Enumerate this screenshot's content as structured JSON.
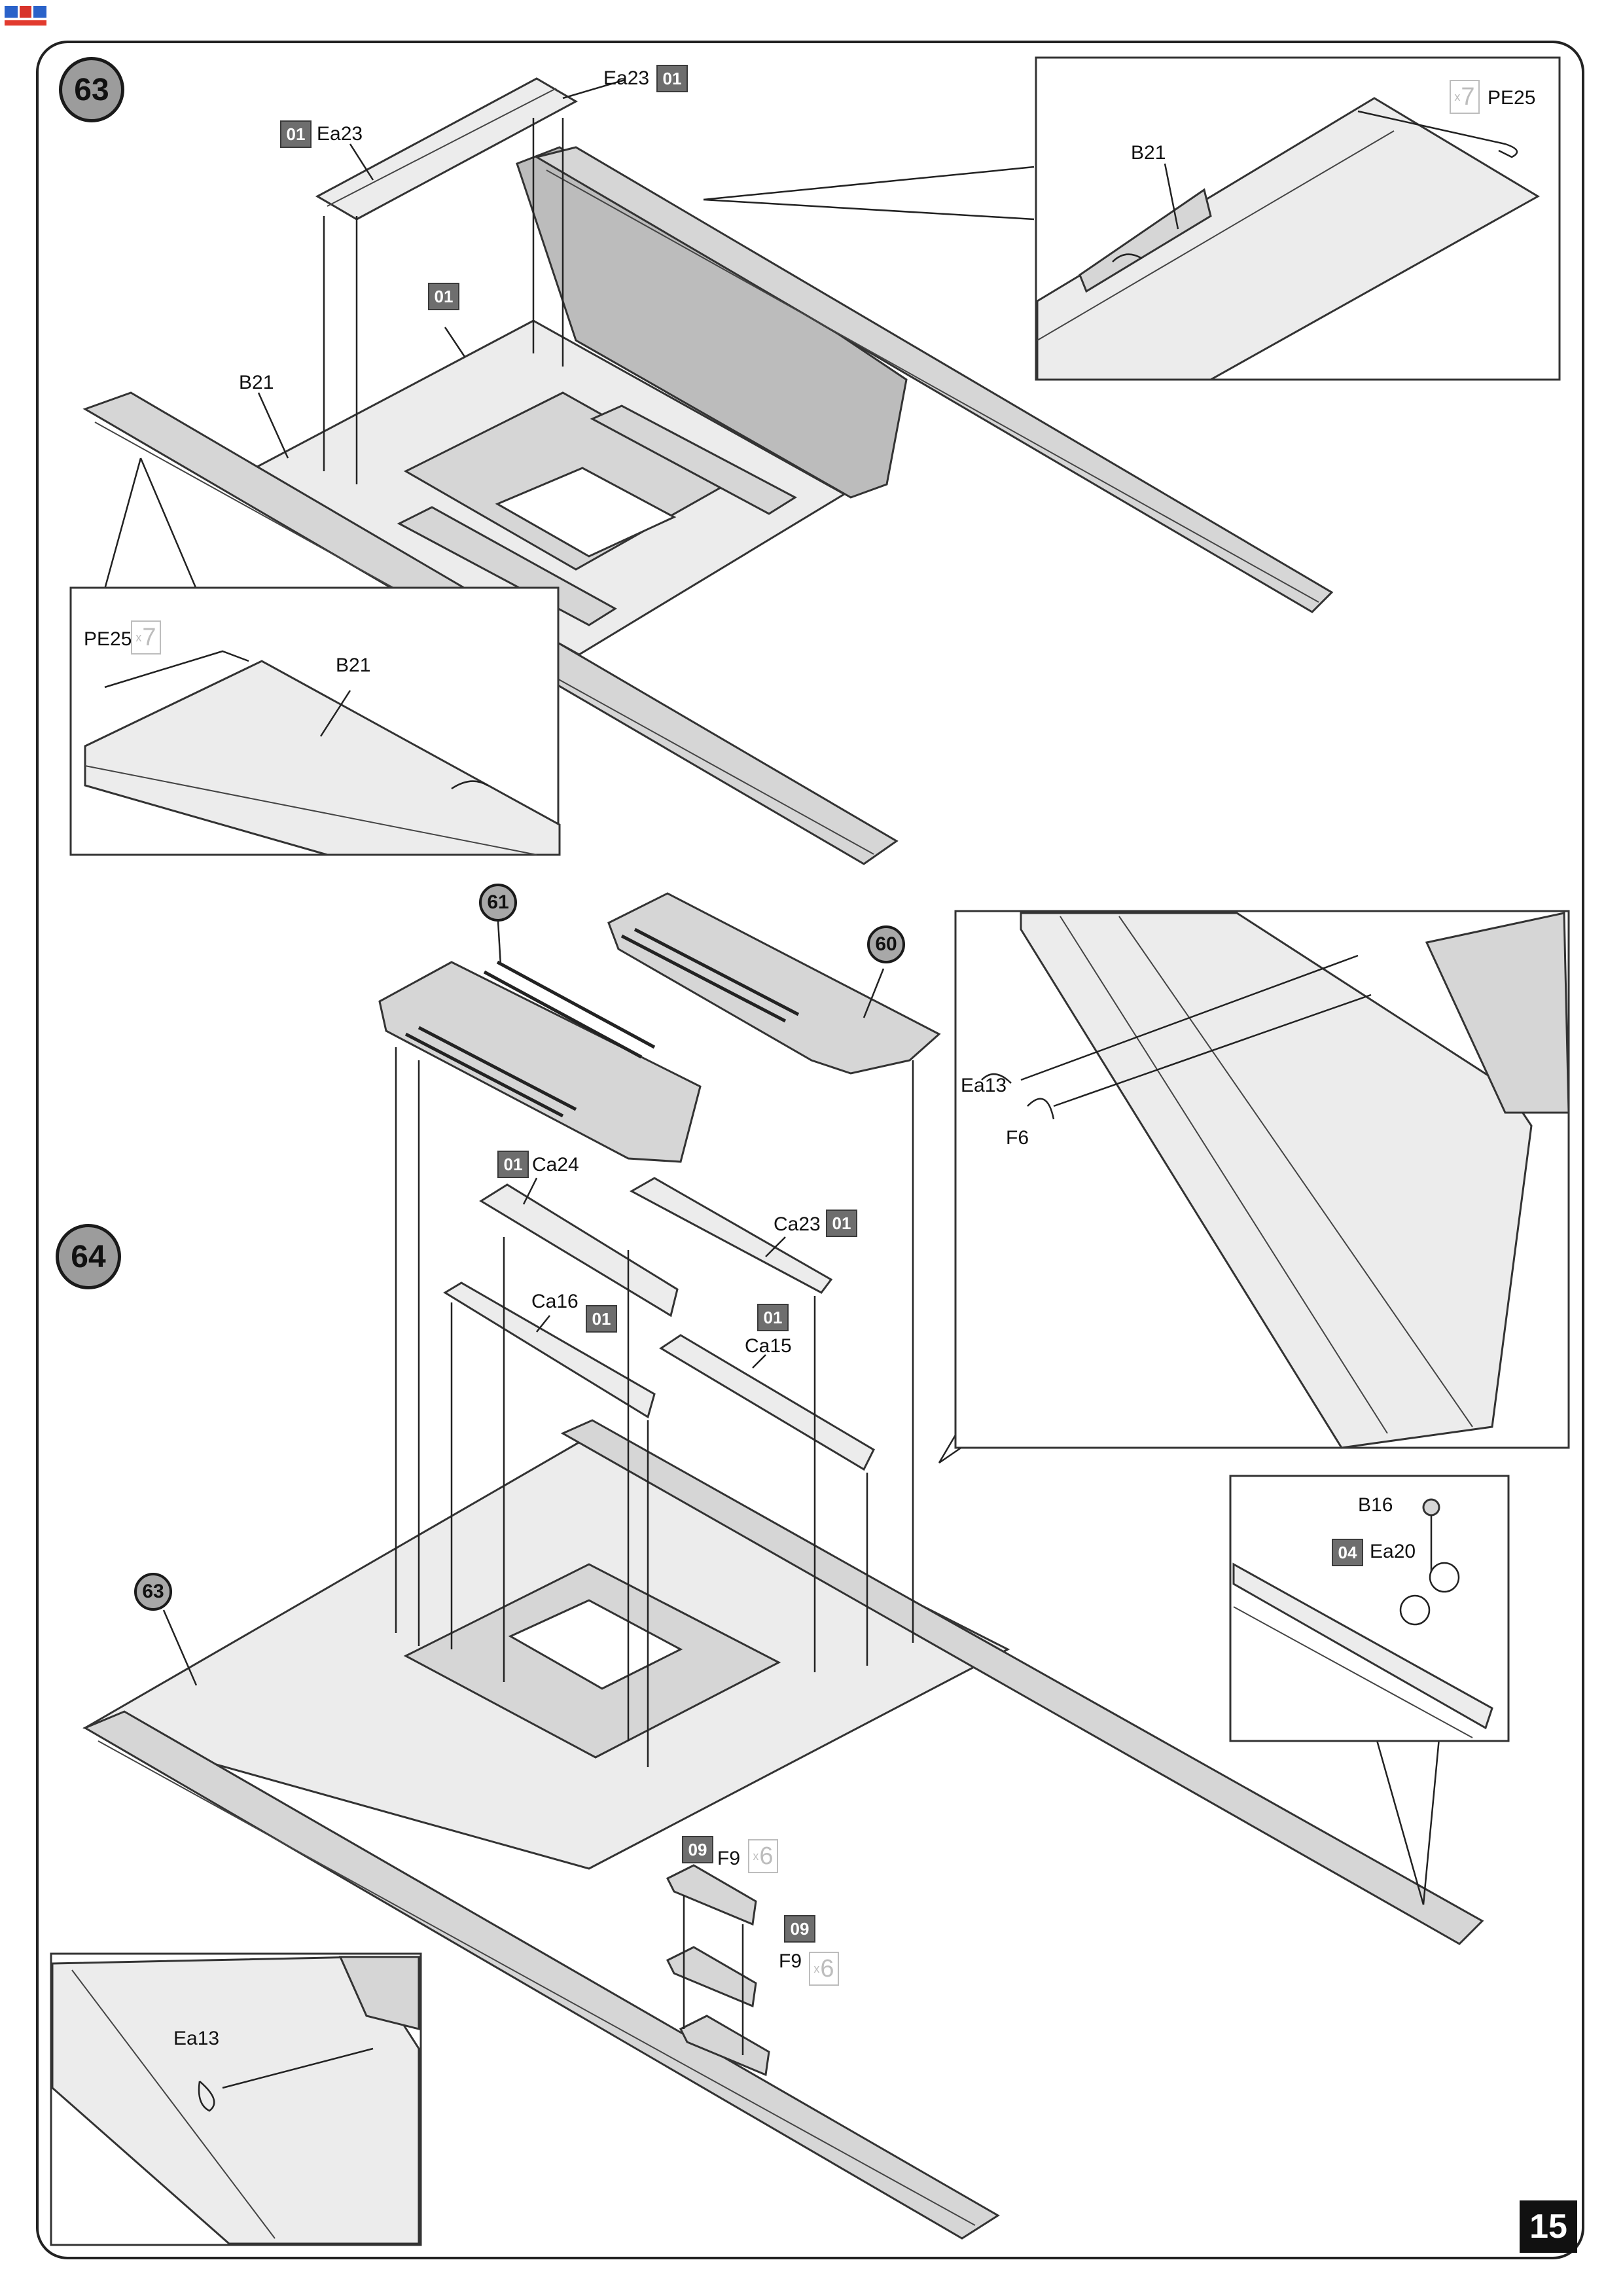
{
  "page_number": "15",
  "steps": [
    {
      "number": "63"
    },
    {
      "number": "64"
    }
  ],
  "sub_assemblies": [
    "61",
    "60",
    "63"
  ],
  "labels": {
    "ea23_top": "Ea23",
    "ea23_left": "Ea23",
    "b21_main": "B21",
    "b21_inset_right": "B21",
    "b21_inset_left": "B21",
    "pe25_right": "PE25",
    "pe25_left": "PE25",
    "ca24": "Ca24",
    "ca23": "Ca23",
    "ca16": "Ca16",
    "ca15": "Ca15",
    "ea13_right": "Ea13",
    "f6": "F6",
    "b16": "B16",
    "ea20": "Ea20",
    "f9_upper": "F9",
    "f9_lower": "F9",
    "ea13_left": "Ea13"
  },
  "sprue_codes": {
    "ea23_top": "01",
    "ea23_left": "01",
    "bulkhead": "01",
    "ca24": "01",
    "ca23": "01",
    "ca16": "01",
    "ca15": "01",
    "ea20": "04",
    "f9_upper": "09",
    "f9_lower": "09"
  },
  "quantities": {
    "pe25_right": "7",
    "pe25_left": "7",
    "f9_upper": "6",
    "f9_lower": "6"
  },
  "colors": {
    "badge_fill": "#9c9c9c",
    "sprue_code_fill": "#6e6e6e",
    "part_fill": "#d6d6d6"
  }
}
